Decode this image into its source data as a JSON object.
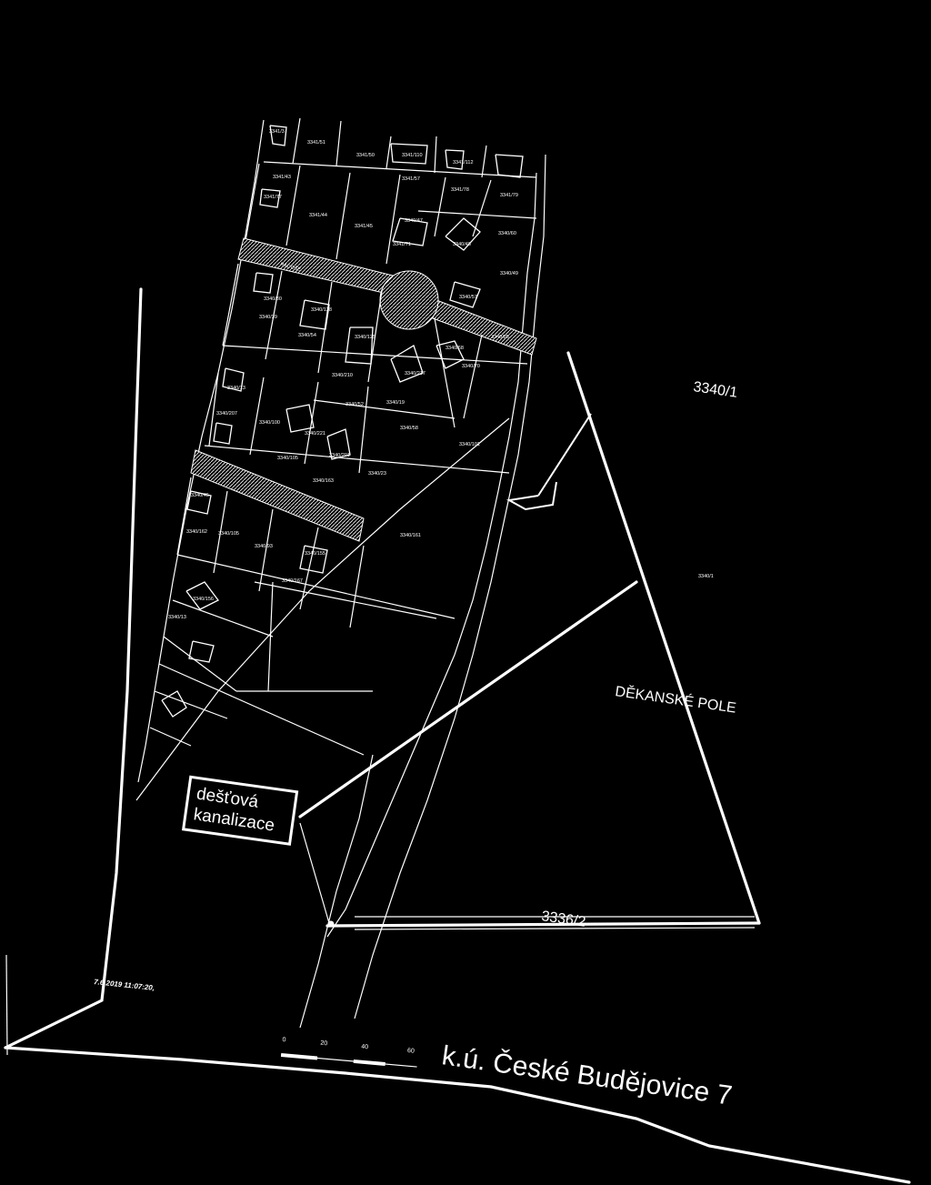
{
  "map": {
    "callout": {
      "line1": "dešťová",
      "line2": "kanalizace"
    },
    "parcel_main": "3340/1",
    "parcel_main_small": "3340/1",
    "parcel_bottom": "3336/2",
    "area_name": "DĚKANSKÉ POLE",
    "street_label": "RADOŠE",
    "cadastral_area": "k.ú. České Budějovice 7",
    "timestamp": "7.6.2019 11:07:20,",
    "scale": {
      "ticks": [
        "0",
        "20",
        "40",
        "60"
      ]
    },
    "parcels": [
      "3341/3",
      "3341/51",
      "3341/50",
      "3341/110",
      "3341/112",
      "3341/43",
      "3341/57",
      "3341/78",
      "3341/79",
      "3341/77",
      "3341/44",
      "3341/45",
      "3340/47",
      "3341/71",
      "3340/60",
      "3340/48",
      "3340/49",
      "3340/30",
      "3340/128",
      "3340/39",
      "3340/54",
      "3340/125",
      "3340/57",
      "3340/25",
      "3340/68",
      "3340/70",
      "3340/210",
      "3340/217",
      "3340/13",
      "3340/52",
      "3340/19",
      "3340/207",
      "3340/100",
      "3340/58",
      "3340/221",
      "3340/101",
      "3340/105",
      "3340/201",
      "3340/163",
      "3340/23",
      "3340/45",
      "3340/161",
      "3340/162",
      "3340/105",
      "3340/93",
      "3340/155",
      "3340/167",
      "3340/156",
      "3340/13"
    ]
  }
}
